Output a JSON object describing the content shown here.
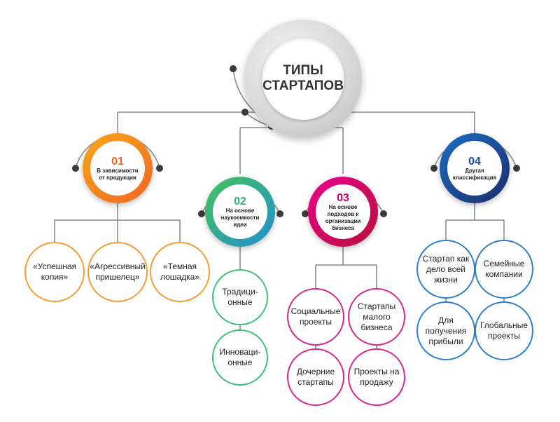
{
  "root": {
    "title": "ТИПЫ\nСТАРТАПОВ"
  },
  "categories": [
    {
      "num": "01",
      "label": "В зависимости\nот продукции",
      "color": "#f26522",
      "items": [
        "«Успешная\nкопия»",
        "«Агрессивный\nпришелец»",
        "«Темная\nлошадка»"
      ]
    },
    {
      "num": "02",
      "label": "На основе\nнаукоемкости\nидеи",
      "color": "#1fb5a6",
      "items": [
        "Традици-\nонные",
        "Инноваци-\nонные"
      ]
    },
    {
      "num": "03",
      "label": "На основе\nподходов к\nорганизации\nбизнеса",
      "color": "#d6006f",
      "items": [
        "Социальные\nпроекты",
        "Стартапы\nмалого\nбизнеса",
        "Дочерние\nстартапы",
        "Проекты на\nпродажу"
      ]
    },
    {
      "num": "04",
      "label": "Другая\nклассификация",
      "color": "#1a4f9c",
      "items": [
        "Стартап как\nдело всей\nжизни",
        "Семейные\nкомпании",
        "Для\nполучения\nприбыли",
        "Глобальные\nпроекты"
      ]
    }
  ]
}
